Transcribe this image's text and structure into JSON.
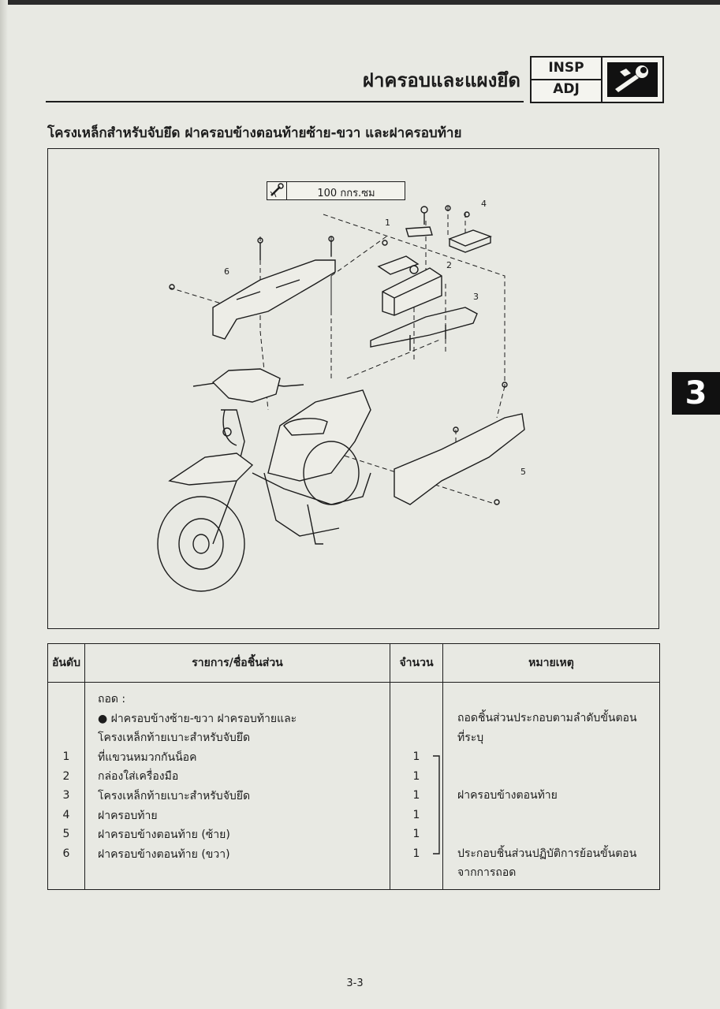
{
  "header": {
    "title": "ฝาครอบและแผงยึด",
    "tag_line1": "INSP",
    "tag_line2": "ADJ",
    "tag_icon": "wrench-tool-icon"
  },
  "subtitle": "โครงเหล็กสำหรับจับยึด ฝาครอบข้างตอนท้ายซ้าย-ขวา และฝาครอบท้าย",
  "diagram": {
    "torque_icon": "torque-wrench-icon",
    "torque_value": "100 กกร.ซม",
    "part_labels": [
      "1",
      "2",
      "3",
      "4",
      "5",
      "6"
    ]
  },
  "chapter_tab": "3",
  "table": {
    "headers": {
      "no": "อันดับ",
      "item": "รายการ/ชื่อชิ้นส่วน",
      "qty": "จำนวน",
      "remarks": "หมายเหตุ"
    },
    "intro_lines": [
      "ถอด :",
      "● ฝาครอบข้างซ้าย-ขวา ฝาครอบท้ายและ",
      "โครงเหล็กท้ายเบาะสำหรับจับยึด"
    ],
    "rows": [
      {
        "no": "1",
        "item": "ที่แขวนหมวกกันน็อค",
        "qty": "1"
      },
      {
        "no": "2",
        "item": "กล่องใส่เครื่องมือ",
        "qty": "1"
      },
      {
        "no": "3",
        "item": "โครงเหล็กท้ายเบาะสำหรับจับยึด",
        "qty": "1"
      },
      {
        "no": "4",
        "item": "ฝาครอบท้าย",
        "qty": "1"
      },
      {
        "no": "5",
        "item": "ฝาครอบข้างตอนท้าย (ซ้าย)",
        "qty": "1"
      },
      {
        "no": "6",
        "item": "ฝาครอบข้างตอนท้าย (ขวา)",
        "qty": "1"
      }
    ],
    "remarks": {
      "intro_line1": "ถอดชิ้นส่วนประกอบตามลำดับขั้นตอน",
      "intro_line2": "ที่ระบุ",
      "mid": "ฝาครอบข้างตอนท้าย",
      "end_line1": "ประกอบชิ้นส่วนปฏิบัติการย้อนขั้นตอน",
      "end_line2": "จากการถอด"
    }
  },
  "page_number": "3-3"
}
